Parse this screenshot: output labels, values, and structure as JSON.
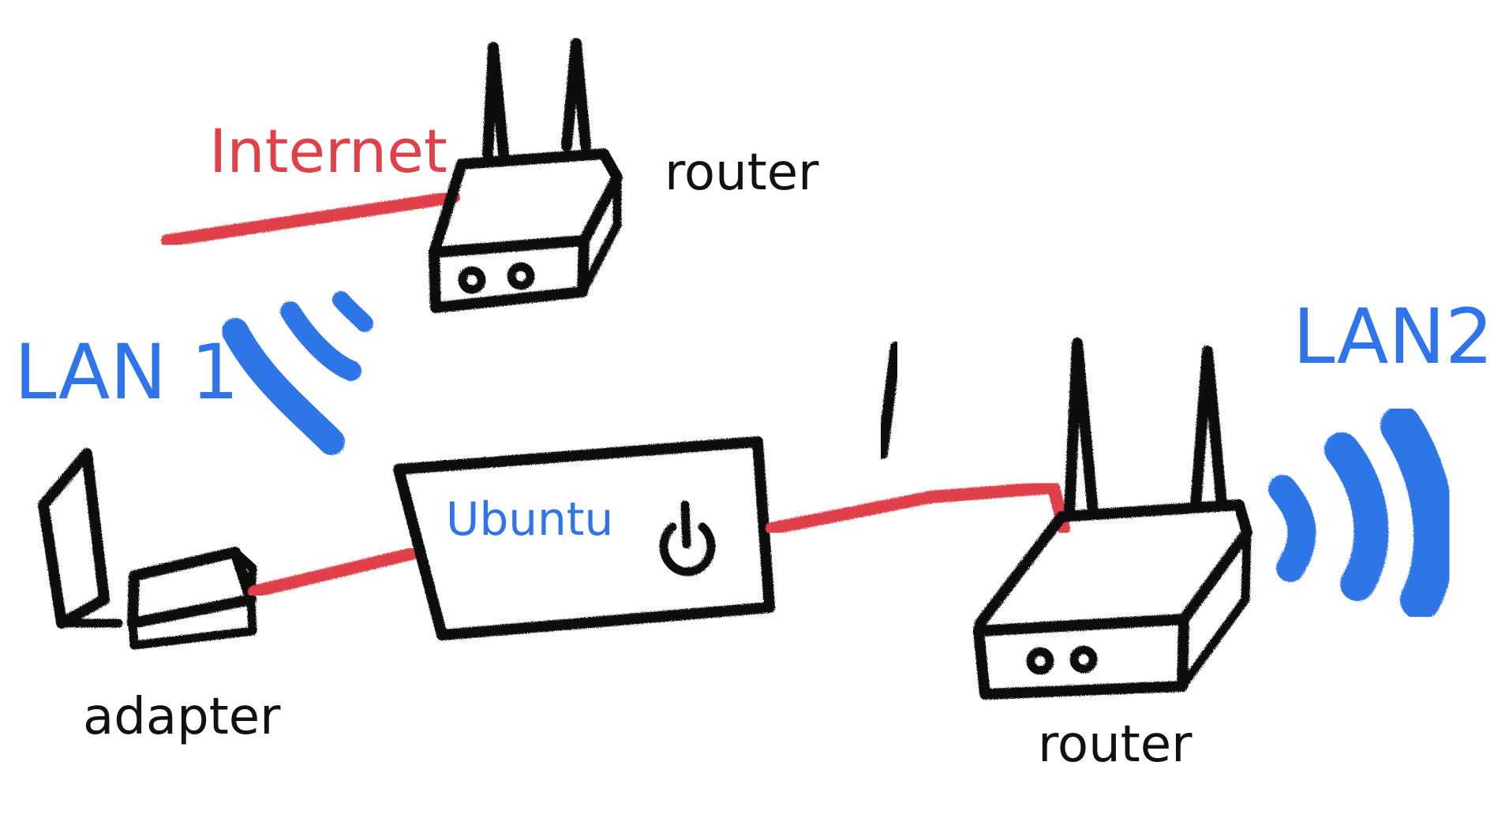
{
  "labels": {
    "internet": "Internet",
    "router_top": "router",
    "lan1": "LAN 1",
    "ubuntu": "Ubuntu",
    "lan2": "LAN2",
    "adapter": "adapter",
    "router_bottom": "router"
  },
  "colors": {
    "ink": "#111111",
    "internet_line": "#e0404a",
    "wifi": "#2f74e8"
  },
  "icons": {
    "power": "power-icon",
    "antenna": "antenna-icon",
    "wifi": "wifi-signal-icon",
    "laptop": "laptop-icon",
    "adapter": "usb-adapter-icon"
  }
}
